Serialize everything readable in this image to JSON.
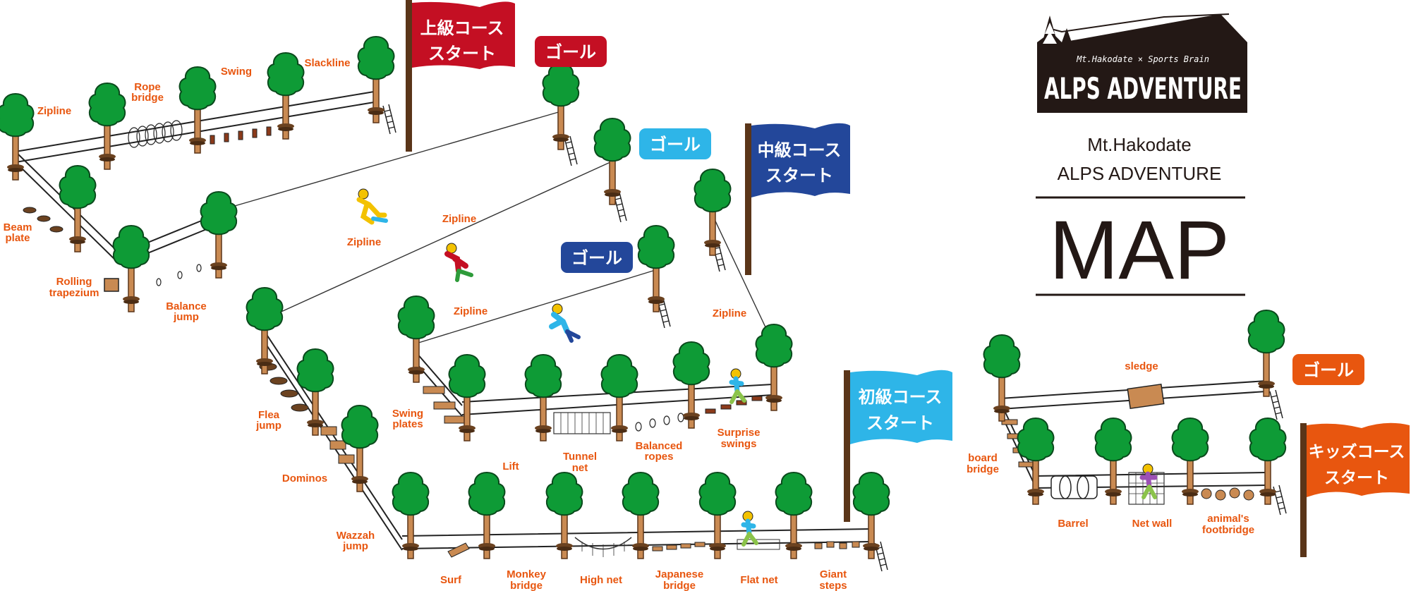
{
  "logo": {
    "tagline": "Mt.Hakodate × Sports Brain",
    "wordmark": "ALPS ADVENTURE"
  },
  "title_block": {
    "subtitle_line1": "Mt.Hakodate",
    "subtitle_line2": "ALPS ADVENTURE",
    "title": "MAP"
  },
  "flags": {
    "advanced_start": [
      "上級コース",
      "スタート"
    ],
    "intermediate_start": [
      "中級コース",
      "スタート"
    ],
    "beginner_start": [
      "初級コース",
      "スタート"
    ],
    "kids_start": [
      "キッズコース",
      "スタート"
    ]
  },
  "goals": {
    "advanced": "ゴール",
    "beginner": "ゴール",
    "intermediate": "ゴール",
    "kids": "ゴール"
  },
  "colors": {
    "advanced": "#c40f23",
    "intermediate": "#23479a",
    "beginner": "#2eb5e8",
    "kids": "#e8560f",
    "tree": "#0e9b36",
    "trunk": "#c98a52",
    "label": "#e8560f"
  },
  "labels": {
    "zipline_top": "Zipline",
    "rope_bridge_1": "Rope",
    "rope_bridge_2": "bridge",
    "swing": "Swing",
    "slackline": "Slackline",
    "beam_plate_1": "Beam",
    "beam_plate_2": "plate",
    "rolling_trapezium_1": "Rolling",
    "rolling_trapezium_2": "trapezium",
    "balance_jump_1": "Balance",
    "balance_jump_2": "jump",
    "zipline_a": "Zipline",
    "zipline_b": "Zipline",
    "zipline_c": "Zipline",
    "zipline_d": "Zipline",
    "flea_jump_1": "Flea",
    "flea_jump_2": "jump",
    "dominos": "Dominos",
    "wazzah_jump_1": "Wazzah",
    "wazzah_jump_2": "jump",
    "swing_plates_1": "Swing",
    "swing_plates_2": "plates",
    "lift": "Lift",
    "tunnel_net_1": "Tunnel",
    "tunnel_net_2": "net",
    "balanced_ropes_1": "Balanced",
    "balanced_ropes_2": "ropes",
    "surprise_swings_1": "Surprise",
    "surprise_swings_2": "swings",
    "surf": "Surf",
    "monkey_bridge_1": "Monkey",
    "monkey_bridge_2": "bridge",
    "high_net": "High net",
    "japanese_bridge_1": "Japanese",
    "japanese_bridge_2": "bridge",
    "flat_net": "Flat net",
    "giant_steps_1": "Giant",
    "giant_steps_2": "steps",
    "sledge": "sledge",
    "board_bridge_1": "board",
    "board_bridge_2": "bridge",
    "barrel": "Barrel",
    "net_wall": "Net wall",
    "animals_footbridge_1": "animal's",
    "animals_footbridge_2": "footbridge"
  }
}
